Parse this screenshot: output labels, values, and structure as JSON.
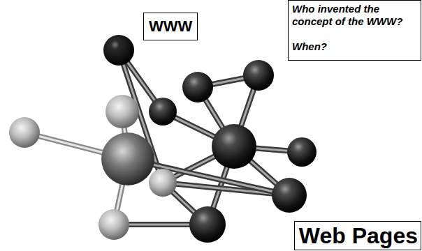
{
  "diagram": {
    "nodes": [
      {
        "text": [
          "WWW"
        ]
      },
      {
        "text": [
          "Who invented the concept of the WWW?",
          "When?"
        ]
      },
      {
        "text": [
          "Web Pages"
        ]
      }
    ]
  }
}
